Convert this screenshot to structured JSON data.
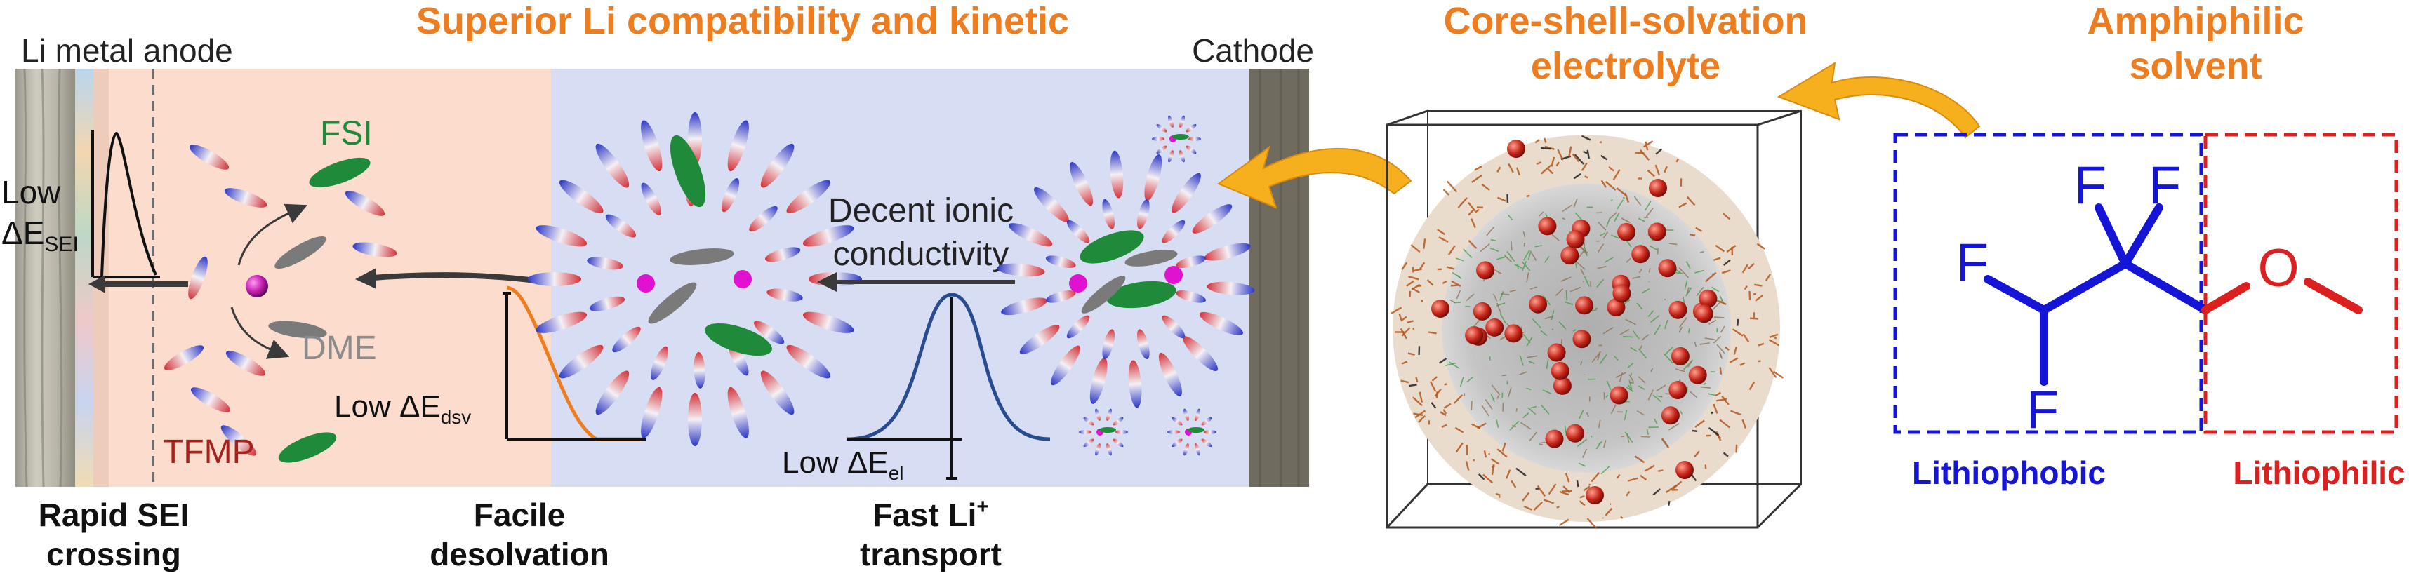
{
  "colors": {
    "orange": "#ee7d1f",
    "blue": "#1515d8",
    "red": "#dc1f1f",
    "green": "#1f8a3a",
    "anode_bg": "#fcdccd",
    "electrolyte_bg": "#d7def3",
    "li_ion": "#e011d0"
  },
  "cell": {
    "title": "Superior Li compatibility and kinetic",
    "anode_label": "Li metal anode",
    "cathode_label": "Cathode",
    "species": {
      "fsi": "FSI",
      "dme": "DME",
      "tfmp": "TFMP"
    },
    "sei_energy": {
      "prefix": "Low",
      "symbol": "ΔE",
      "subscript": "SEI"
    },
    "dsv_energy": {
      "prefix": "Low ΔE",
      "subscript": "dsv"
    },
    "el_energy": {
      "prefix": "Low ΔE",
      "subscript": "el"
    },
    "conductivity": {
      "line1": "Decent ionic",
      "line2": "conductivity"
    }
  },
  "steps": [
    {
      "line1": "Rapid SEI",
      "line2": "crossing"
    },
    {
      "line1": "Facile",
      "line2": "desolvation"
    },
    {
      "line1": "Fast Li",
      "sup": "+",
      "line2": "transport"
    }
  ],
  "electrolyte": {
    "title_line1": "Core-shell-solvation",
    "title_line2": "electrolyte"
  },
  "solvent": {
    "title_line1": "Amphiphilic",
    "title_line2": "solvent",
    "atoms": {
      "f1": "F",
      "f2": "F",
      "f3": "F",
      "f4": "F",
      "o": "O"
    },
    "lithiophobic_label": "Lithiophobic",
    "lithiophilic_label": "Lithiophilic"
  }
}
